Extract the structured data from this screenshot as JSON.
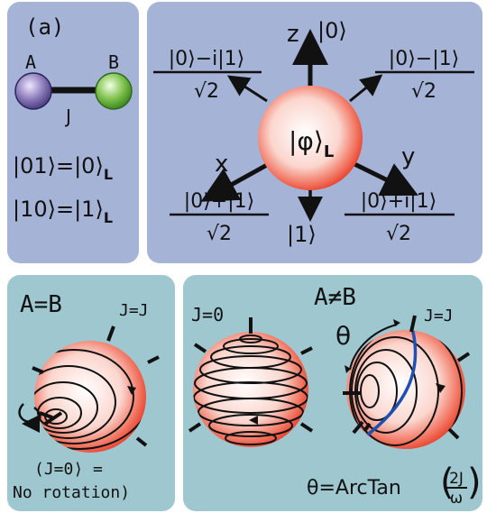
{
  "panel_a": {
    "label": "(a)",
    "node_a": "A",
    "node_b": "B",
    "coupling": "J",
    "mapping_0": "|01⟩=|0⟩",
    "mapping_1": "|10⟩=|1⟩",
    "subscript": "L",
    "colors": {
      "node_a": "#8a7ab8",
      "node_b": "#7cc04a"
    }
  },
  "bloch": {
    "z_axis": "z",
    "top_state": "|0⟩",
    "x_axis": "x",
    "y_axis": "y",
    "bottom_state": "|1⟩",
    "state": "|φ⟩",
    "state_sub": "L",
    "upper_left_num": "|0⟩−i|1⟩",
    "upper_right_num": "|0⟩−|1⟩",
    "lower_left_num": "|0⟩+|1⟩",
    "lower_right_num": "|0⟩+i|1⟩",
    "denominator": "√2"
  },
  "panel_eq": {
    "title": "A=B",
    "coupling": "J=J",
    "note_line1": "(J=0⟩  =",
    "note_line2": "No rotation)"
  },
  "panel_neq": {
    "title": "A≠B",
    "coupling_left": "J=0",
    "coupling_right": "J=J",
    "angle": "θ",
    "formula_prefix": "θ=ArcTan",
    "formula_num": "2J",
    "formula_den": "ω"
  }
}
